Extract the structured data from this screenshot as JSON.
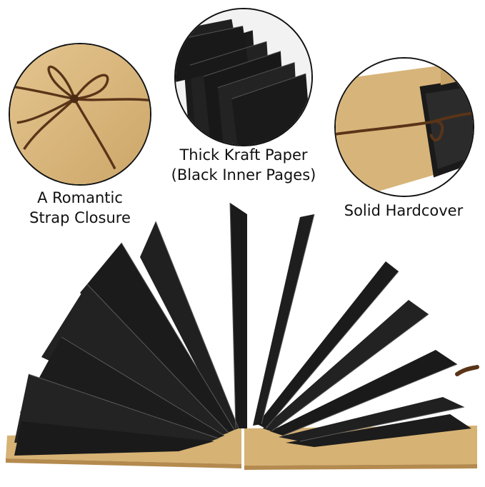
{
  "features": [
    {
      "id": "strap",
      "icon": "kraft-cover-with-leather-bow-icon",
      "caption_lines": [
        "A Romantic",
        "Strap Closure"
      ]
    },
    {
      "id": "pages",
      "icon": "black-inner-pages-stack-icon",
      "caption_lines": [
        "Thick Kraft Paper",
        "(Black Inner Pages)"
      ]
    },
    {
      "id": "cover",
      "icon": "hardcover-edge-with-strap-icon",
      "caption_lines": [
        "Solid Hardcover"
      ]
    }
  ],
  "colors": {
    "kraft": "#d9b77a",
    "kraft_dark": "#c49a5a",
    "page_black": "#1c1c1c",
    "page_edge": "#3a3a3a",
    "leather_strap": "#5a3418",
    "text": "#111111"
  },
  "product_photo_icon": "open-kraft-photo-album-icon"
}
